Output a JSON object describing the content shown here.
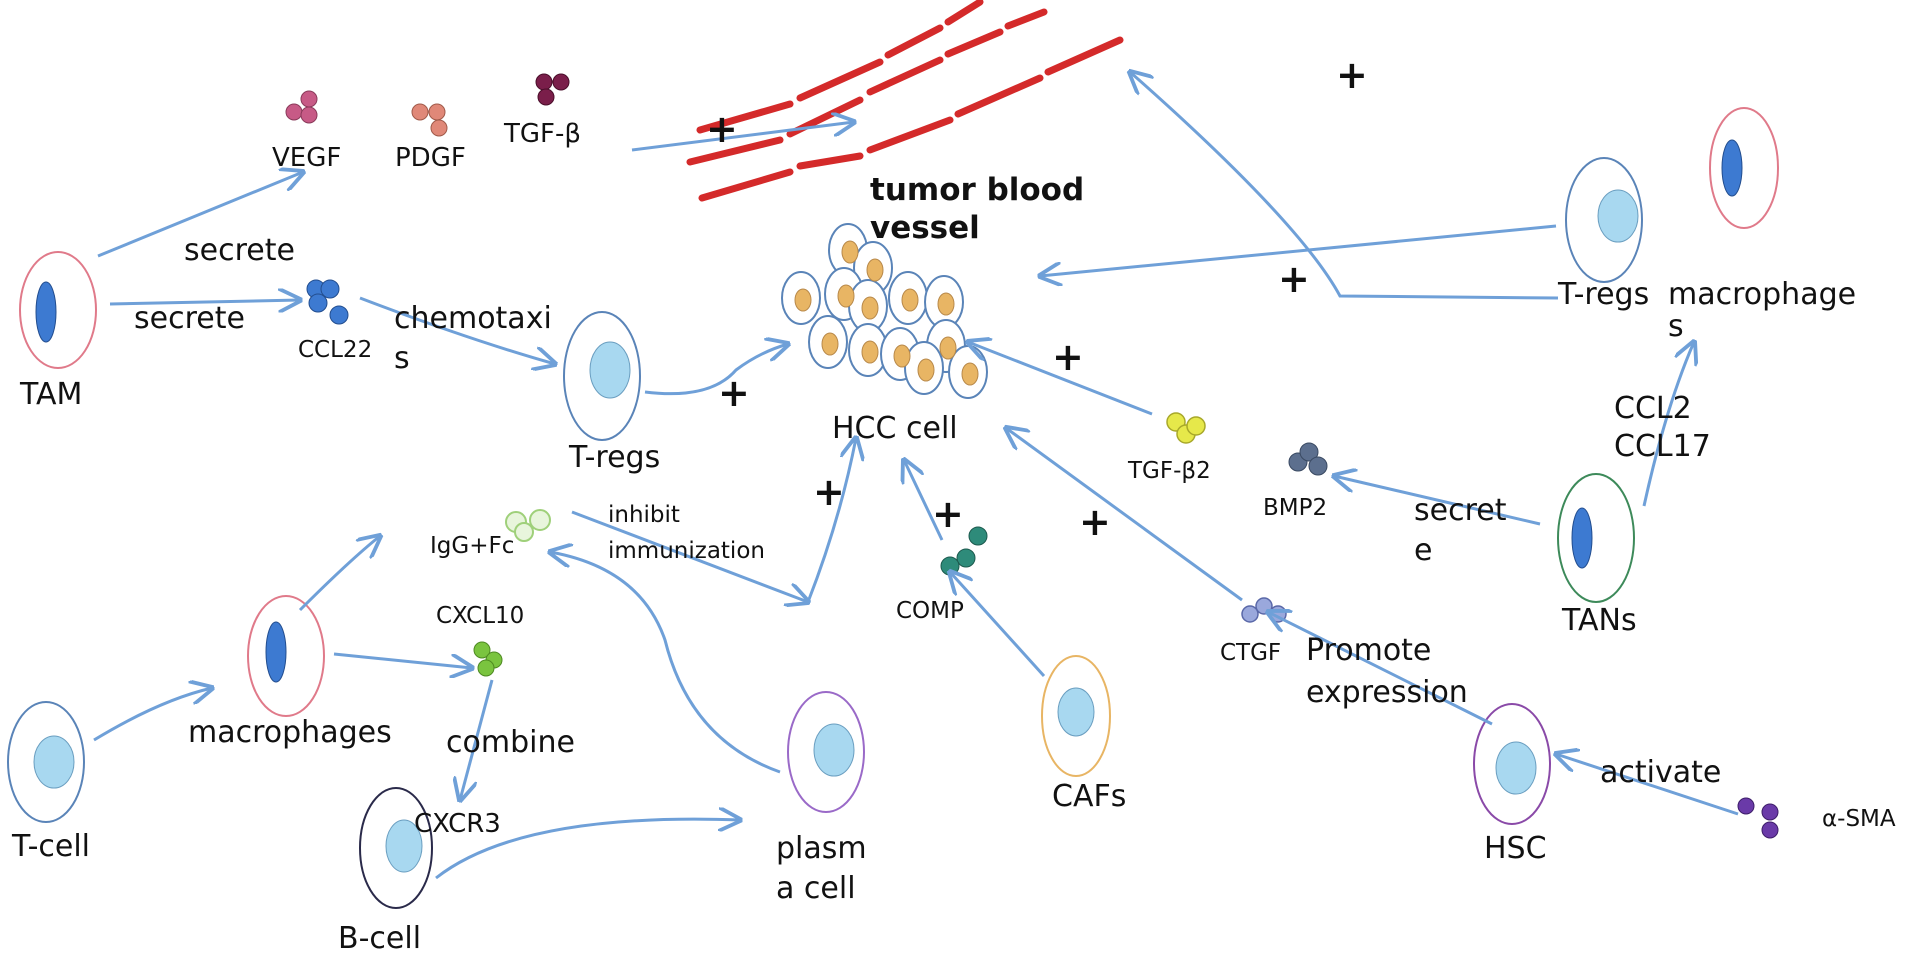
{
  "colors": {
    "arrow": "#6fa0d8",
    "vessel": "#d42a2a",
    "cell_fill": "#a8d8f0",
    "hcc_nucleus": "#e8b564",
    "vegf": "#c75a86",
    "pdgf": "#e08878",
    "tgfb": "#7a1e4a",
    "ccl22": "#3d7ad1",
    "tgfb2": "#e6e84a",
    "bmp2": "#5c6f8e",
    "comp": "#2e8b7a",
    "ctgf": "#9aa8dc",
    "cxcl10": "#7ac43f",
    "igg": "#c9e8b0",
    "asma": "#6a3aa8"
  },
  "labels": {
    "vessel_line1": "tumor blood",
    "vessel_line2": "vessel",
    "hcc": "HCC cell",
    "tam": "TAM",
    "vegf": "VEGF",
    "pdgf": "PDGF",
    "tgfb": "TGF-β",
    "secrete1": "secrete",
    "secrete2": "secrete",
    "ccl22": "CCL22",
    "chemotaxis_1": "chemotaxi",
    "chemotaxis_2": "s",
    "tregs_left": "T-regs",
    "tregs_right": "T-regs",
    "macrophages_right_1": "macrophage",
    "macrophages_right_2": "s",
    "ccl2": "CCL2",
    "ccl17": "CCL17",
    "tgfb2": "TGF-β2",
    "bmp2": "BMP2",
    "secrete3_1": "secret",
    "secrete3_2": "e",
    "tans": "TANs",
    "igg": "IgG+Fc",
    "inhibit_1": "inhibit",
    "inhibit_2": "immunization",
    "cxcl10": "CXCL10",
    "macrophages_left": "macrophages",
    "combine": "combine",
    "cxcr3": "CXCR3",
    "tcell": "T-cell",
    "bcell": "B-cell",
    "plasma_1": "plasm",
    "plasma_2": "a cell",
    "comp": "COMP",
    "cafs": "CAFs",
    "ctgf": "CTGF",
    "promote_1": "Promote",
    "promote_2": "expression",
    "activate": "activate",
    "hsc": "HSC",
    "asma": "α-SMA"
  }
}
